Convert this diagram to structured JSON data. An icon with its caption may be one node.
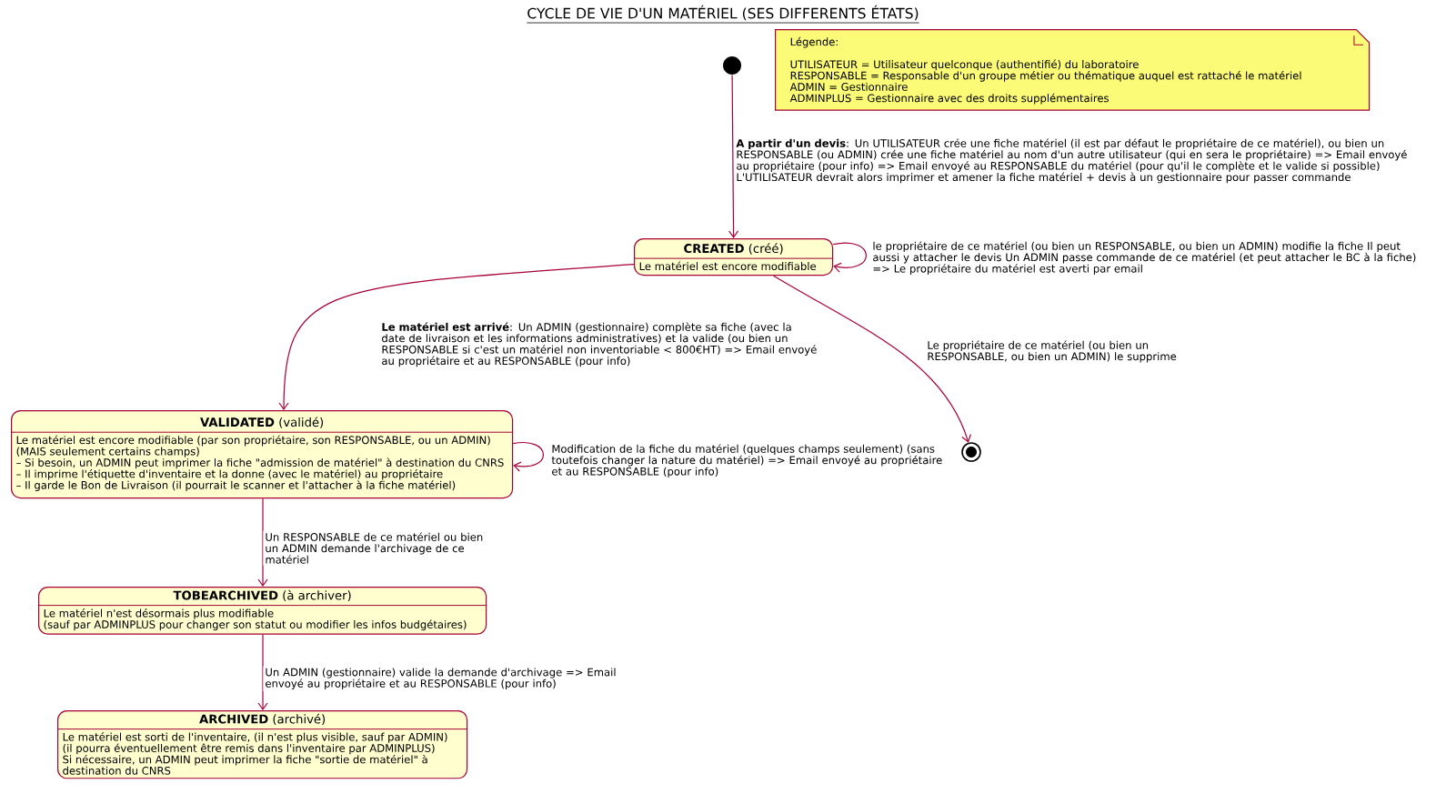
{
  "diagram": {
    "title": "CYCLE DE VIE D'UN MATÉRIEL (SES DIFFERENTS ÉTATS)",
    "nodes": [
      {
        "text": [],
        "shape": "circle"
      },
      {
        "text": [
          "Légende:",
          "UTILISATEUR = Utilisateur quelconque (authentifié) du laboratoire",
          "RESPONSABLE = Responsable d'un groupe métier ou thématique auquel est rattaché le matériel",
          "ADMIN = Gestionnaire",
          "ADMINPLUS = Gestionnaire avec des droits supplémentaires"
        ]
      },
      {
        "text": [
          "**CREATED** (créé)",
          "Le matériel est encore modifiable"
        ]
      },
      {
        "text": [
          "**VALIDATED** (validé)",
          "Le matériel est encore modifiable (par son propriétaire, son RESPONSABLE, ou un ADMIN) (MAIS seulement certains champs)",
          "– Si besoin, un ADMIN peut imprimer la fiche \"admission de matériel\" à destination du CNRS",
          "– Il imprime l'étiquette d'inventaire et la donne (avec le matériel) au propriétaire",
          "– Il garde le Bon de Livraison (il pourrait le scanner et l'attacher à la fiche matériel)"
        ]
      },
      {
        "text": [
          "**TOBEARCHIVED** (à archiver)",
          "Le matériel n'est désormais plus modifiable",
          "(sauf par ADMINPLUS pour changer son statut ou modifier les infos budgétaires)"
        ]
      },
      {
        "text": [
          "**ARCHIVED** (archivé)",
          "Le matériel est sorti de l'inventaire, (il n'est plus visible, sauf par ADMIN)",
          "(il pourra éventuellement être remis dans l'inventaire par ADMINPLUS)",
          "Si nécessaire, un ADMIN peut imprimer la fiche \"sortie de matériel\" à destination du CNRS"
        ]
      },
      {
        "text": [],
        "shape": "bullseye"
      }
    ],
    "edges": [
      {
        "from": 0,
        "to": 2,
        "arrow": "to",
        "label": "**A partir d'un devis**: Un UTILISATEUR crée une fiche matériel (il est par défaut le propriétaire de ce matériel), ou bien un RESPONSABLE (ou ADMIN) crée une fiche matériel au nom d'un autre utilisateur (qui en sera le propriétaire) => Email envoyé au propriétaire (pour info) => Email envoyé au RESPONSABLE du matériel (pour qu'il le complète et le valide si possible) L'UTILISATEUR devrait alors imprimer et amener la fiche matériel + devis à un gestionnaire pour passer commande"
      },
      {
        "from": 2,
        "to": 2,
        "arrow": "to",
        "label": "le propriétaire de ce matériel (ou bien un RESPONSABLE, ou bien un ADMIN) modifie la fiche Il peut aussi y attacher le devis Un ADMIN passe commande de ce matériel (et peut attacher le BC à la fiche) => Le propriétaire du matériel est averti par email"
      },
      {
        "from": 2,
        "to": 3,
        "arrow": "to",
        "label": "**Le matériel est arrivé**: Un ADMIN (gestionnaire) complète sa fiche (avec la date de livraison et les informations administratives) et la valide (ou bien un RESPONSABLE si c'est un matériel non inventoriable < 800€HT) => Email envoyé au propriétaire et au RESPONSABLE (pour info)"
      },
      {
        "from": 2,
        "to": 6,
        "arrow": "to",
        "label": "Le propriétaire de ce matériel (ou bien un RESPONSABLE, ou bien un ADMIN) le supprime"
      },
      {
        "from": 3,
        "to": 3,
        "arrow": "to",
        "label": "Modification de la fiche du matériel (quelques champs seulement) (sans toutefois changer la nature du matériel) => Email envoyé au propriétaire et au RESPONSABLE (pour info)"
      },
      {
        "from": 3,
        "to": 4,
        "arrow": "to",
        "label": "Un RESPONSABLE de ce matériel ou bien un ADMIN demande l'archivage de ce matériel"
      },
      {
        "from": 4,
        "to": 5,
        "arrow": "to",
        "label": "Un ADMIN (gestionnaire) valide la demande d'archivage => Email envoyé au propriétaire et au RESPONSABLE (pour info)"
      }
    ]
  }
}
